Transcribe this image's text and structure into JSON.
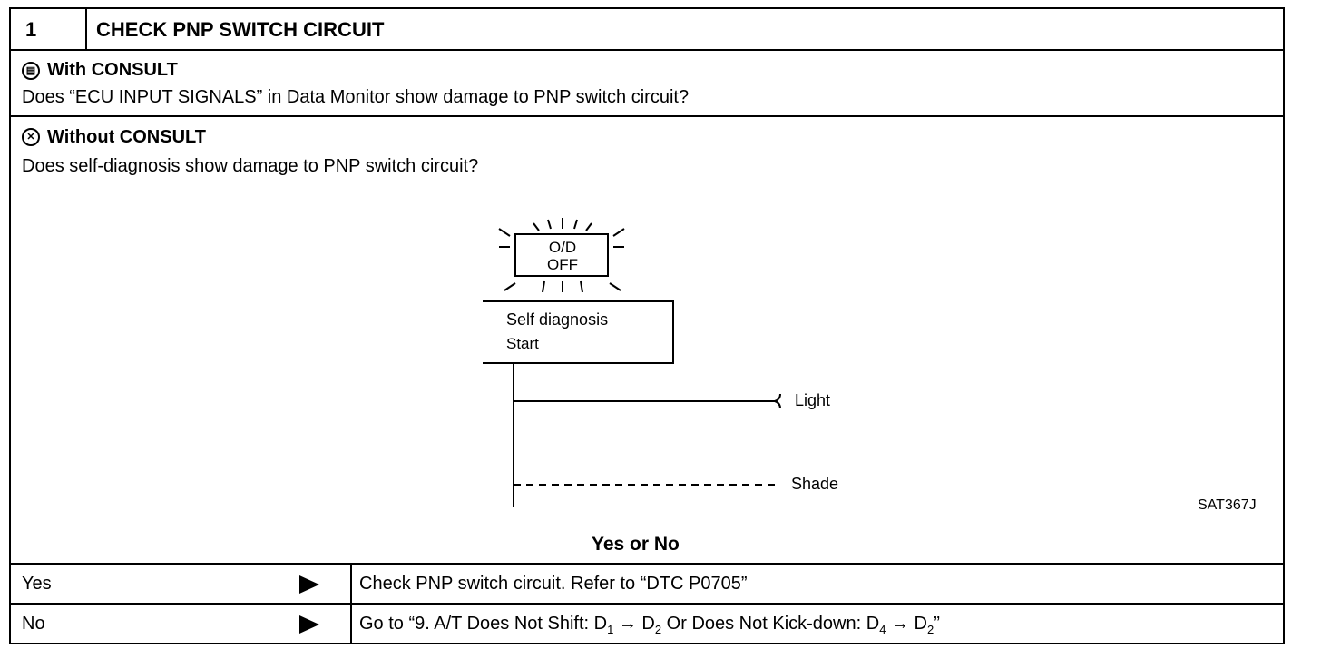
{
  "step": {
    "number": "1",
    "title": "CHECK PNP SWITCH CIRCUIT"
  },
  "with_consult": {
    "heading": "With CONSULT",
    "question": "Does “ECU INPUT SIGNALS” in Data Monitor show damage to PNP switch circuit?"
  },
  "without_consult": {
    "heading": "Without CONSULT",
    "question": "Does self-diagnosis show damage to PNP switch circuit?"
  },
  "figure": {
    "indicator_line1": "O/D",
    "indicator_line2": "OFF",
    "box_line1": "Self diagnosis",
    "box_line2": "Start",
    "light_label": "Light",
    "shade_label": "Shade",
    "figure_code": "SAT367J"
  },
  "result": {
    "heading": "Yes or No",
    "rows": [
      {
        "label": "Yes",
        "action": "Check PNP switch circuit. Refer to “DTC P0705”"
      },
      {
        "label": "No",
        "action_prefix": "Go to “9. A/T Does Not Shift: D",
        "sub1": "1",
        "arrow1": " → D",
        "sub2": "2",
        "mid": " Or Does Not Kick-down: D",
        "sub3": "4",
        "arrow2": " → D",
        "sub4": "2",
        "action_suffix": "”"
      }
    ]
  }
}
